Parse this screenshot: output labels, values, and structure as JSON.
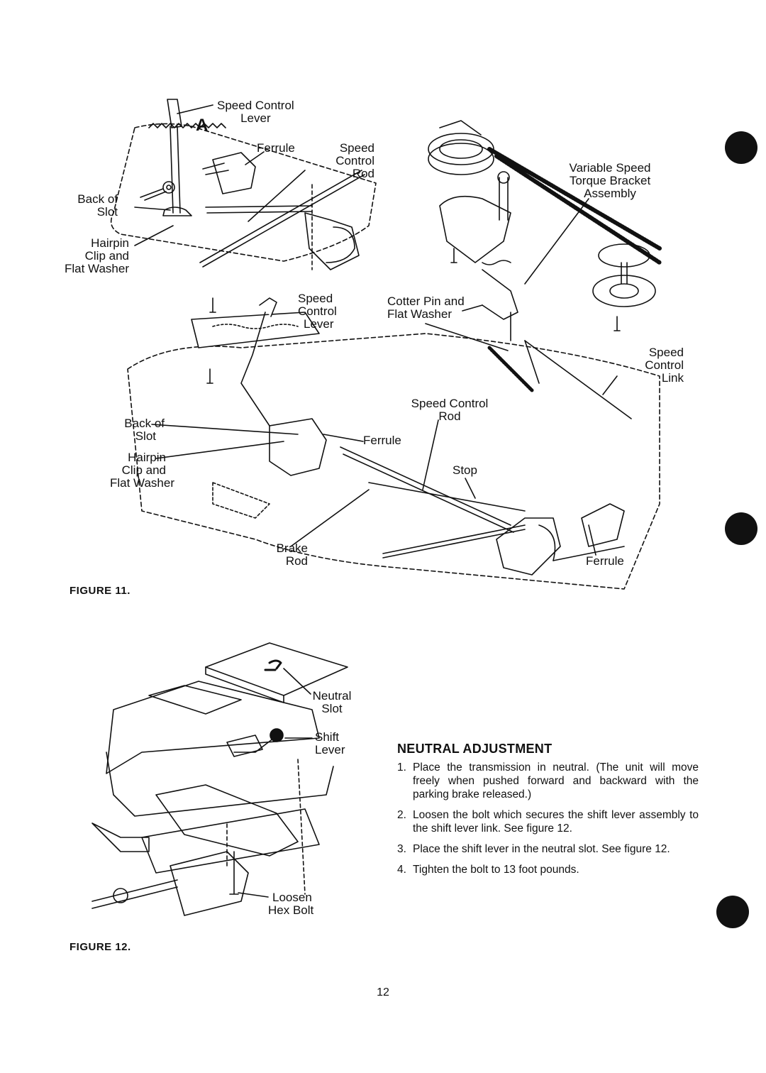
{
  "figure11": {
    "caption": "FIGURE 11.",
    "marker": "A",
    "labels": {
      "speed_control_lever_top_1": "Speed Control",
      "speed_control_lever_top_2": "Lever",
      "ferrule_top": "Ferrule",
      "speed_control_rod_top_1": "Speed",
      "speed_control_rod_top_2": "Control",
      "speed_control_rod_top_3": "Rod",
      "back_of_slot_top_1": "Back of",
      "back_of_slot_top_2": "Slot",
      "hairpin_top_1": "Hairpin",
      "hairpin_top_2": "Clip and",
      "hairpin_top_3": "Flat Washer",
      "variable_speed_1": "Variable Speed",
      "variable_speed_2": "Torque Bracket",
      "variable_speed_3": "Assembly",
      "speed_control_lever_mid_1": "Speed",
      "speed_control_lever_mid_2": "Control",
      "speed_control_lever_mid_3": "Lever",
      "cotter_pin_1": "Cotter Pin and",
      "cotter_pin_2": "Flat Washer",
      "speed_control_link_1": "Speed",
      "speed_control_link_2": "Control",
      "speed_control_link_3": "Link",
      "speed_control_rod_mid_1": "Speed Control",
      "speed_control_rod_mid_2": "Rod",
      "back_of_slot_mid_1": "Back of",
      "back_of_slot_mid_2": "Slot",
      "ferrule_mid": "Ferrule",
      "hairpin_mid_1": "Hairpin",
      "hairpin_mid_2": "Clip and",
      "hairpin_mid_3": "Flat Washer",
      "stop": "Stop",
      "brake_rod_1": "Brake",
      "brake_rod_2": "Rod",
      "ferrule_bottom": "Ferrule"
    }
  },
  "figure12": {
    "caption": "FIGURE 12.",
    "labels": {
      "neutral_slot_1": "Neutral",
      "neutral_slot_2": "Slot",
      "shift_lever_1": "Shift",
      "shift_lever_2": "Lever",
      "loosen_1": "Loosen",
      "loosen_2": "Hex Bolt"
    }
  },
  "neutral_adjustment": {
    "heading": "NEUTRAL ADJUSTMENT",
    "steps": [
      {
        "num": "1.",
        "text": "Place the transmission in neutral. (The unit will move freely when pushed forward and backward with the parking brake released.)"
      },
      {
        "num": "2.",
        "text": "Loosen the bolt which secures the shift lever assembly to the shift lever link. See figure 12."
      },
      {
        "num": "3.",
        "text": "Place the shift lever in the neutral slot. See figure 12."
      },
      {
        "num": "4.",
        "text": "Tighten the bolt to 13 foot pounds."
      }
    ]
  },
  "page_number": "12"
}
